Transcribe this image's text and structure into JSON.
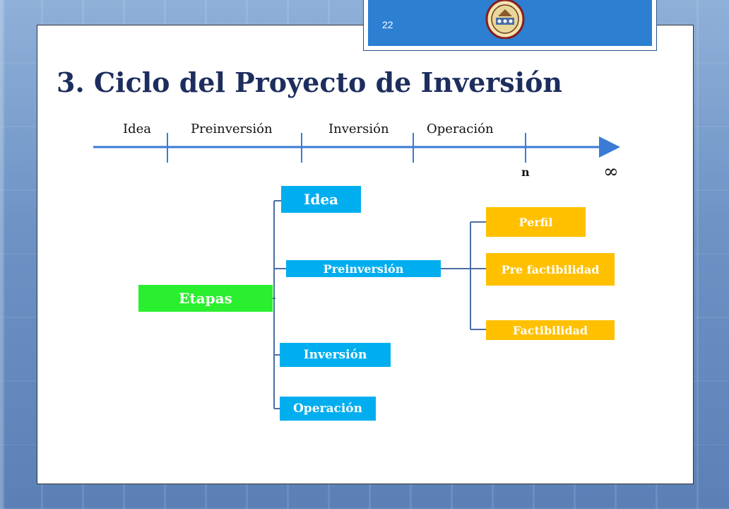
{
  "header": {
    "slide_number": "22"
  },
  "title": "3. Ciclo del Proyecto de Inversión",
  "timeline": {
    "labels": [
      "Idea",
      "Preinversión",
      "Inversión",
      "Operación"
    ],
    "n_label": "n",
    "infinity_label": "∞"
  },
  "diagram": {
    "root": "Etapas",
    "stages": [
      "Idea",
      "Preinversión",
      "Inversión",
      "Operación"
    ],
    "preinversion_substages": [
      "Perfil",
      "Pre factibilidad",
      "Factibilidad"
    ]
  },
  "colors": {
    "stage_box": "#00aeef",
    "root_box": "#2aef2e",
    "substage_box": "#ffc000",
    "title": "#1d2e5e",
    "timeline_arrow": "#3a7bd5"
  }
}
